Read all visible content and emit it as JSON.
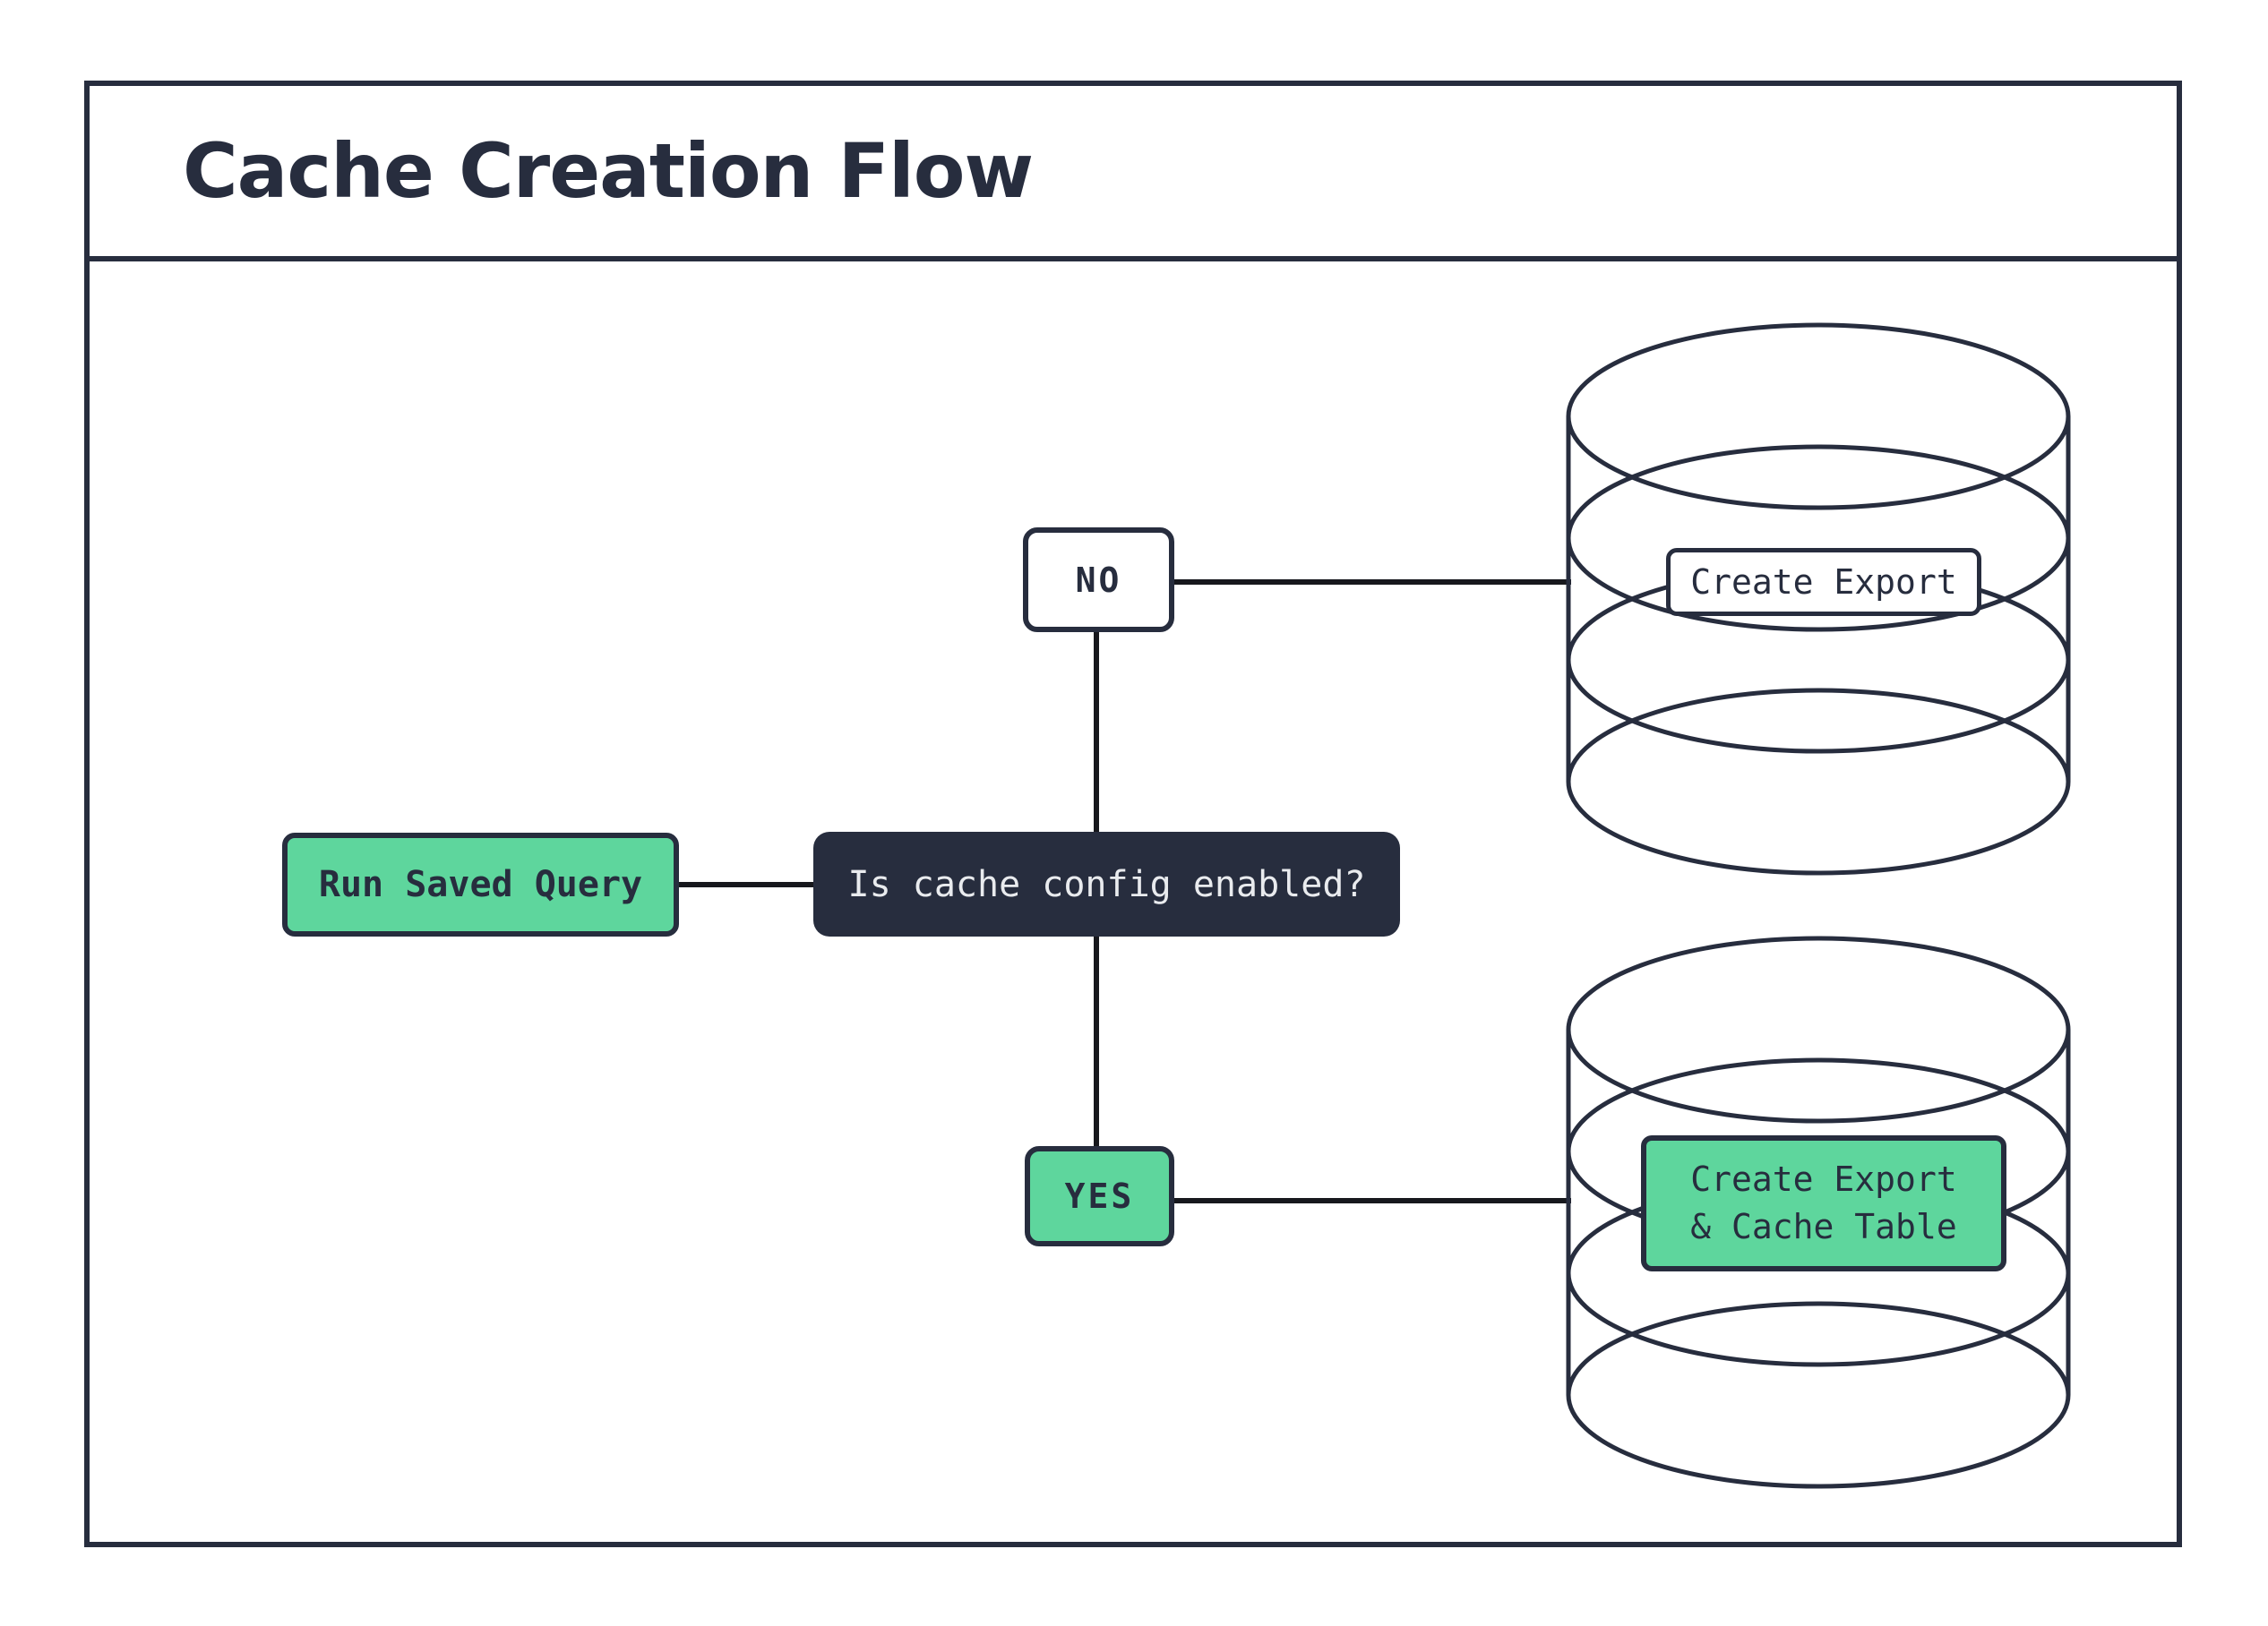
{
  "header": {
    "title": "Cache Creation Flow"
  },
  "colors": {
    "navy": "#272d3e",
    "green": "#5ed69d",
    "line": "#17181d",
    "light-text": "#e9ebee",
    "bg": "#ffffff"
  },
  "nodes": {
    "run_saved_query": {
      "label": "Run Saved Query"
    },
    "decision": {
      "label": "Is cache config enabled?"
    },
    "no_branch": {
      "label": "NO"
    },
    "yes_branch": {
      "label": "YES"
    },
    "create_export": {
      "label": "Create Export"
    },
    "create_export_cache": {
      "label_line1": "Create Export",
      "label_line2": "& Cache Table"
    }
  },
  "icons": {
    "database_top": "database-cylinder",
    "database_bottom": "database-cylinder"
  }
}
